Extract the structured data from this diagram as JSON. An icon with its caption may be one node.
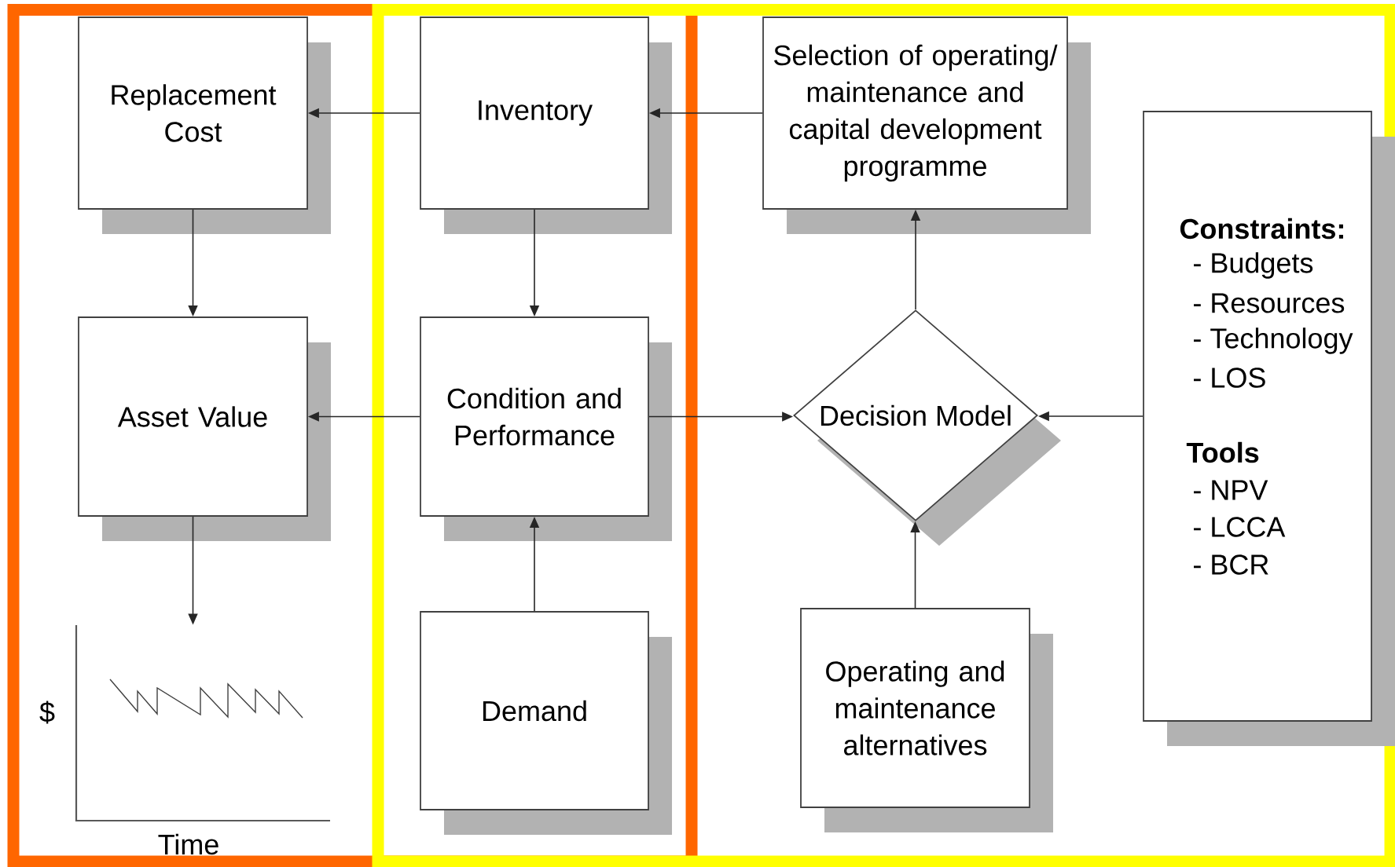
{
  "diagram": {
    "nodes": [
      {
        "text": [
          "Replacement Cost"
        ]
      },
      {
        "text": [
          "Inventory"
        ]
      },
      {
        "text": [
          "Selection of operating/ maintenance and capital development programme"
        ]
      },
      {
        "text": [
          "Asset Value"
        ]
      },
      {
        "text": [
          "Condition and Performance"
        ]
      },
      {
        "text": [
          "Decision Model"
        ]
      },
      {
        "text": [
          "Constraints:",
          "- Budgets",
          "- Resources",
          "- Technology",
          "- LOS",
          "Tools",
          "- NPV",
          "- LCCA",
          "- BCR"
        ]
      },
      {
        "text": [],
        "shape": "chart"
      },
      {
        "text": [
          "Demand"
        ]
      },
      {
        "text": [
          "Operating and maintenance alternatives"
        ]
      }
    ],
    "edges": [
      {
        "from": 1,
        "to": 0,
        "arrow": "to"
      },
      {
        "from": 2,
        "to": 1,
        "arrow": "to"
      },
      {
        "from": 0,
        "to": 3,
        "arrow": "to"
      },
      {
        "from": 1,
        "to": 4,
        "arrow": "to"
      },
      {
        "from": 4,
        "to": 3,
        "arrow": "to"
      },
      {
        "from": 4,
        "to": 5,
        "arrow": "to"
      },
      {
        "from": 3,
        "to": 7,
        "arrow": "to"
      },
      {
        "from": 8,
        "to": 4,
        "arrow": "to"
      },
      {
        "from": 5,
        "to": 2,
        "arrow": "to"
      },
      {
        "from": 9,
        "to": 5,
        "arrow": "to"
      },
      {
        "from": 6,
        "to": 5,
        "arrow": "to"
      }
    ],
    "labels": [
      "$",
      "Time"
    ]
  }
}
